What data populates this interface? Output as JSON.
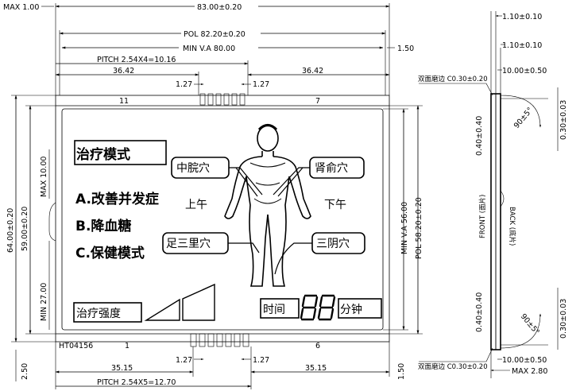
{
  "top_dims": {
    "max_left": "MAX 1.00",
    "overall": "83.00±0.20",
    "pol": "POL 82.20±0.20",
    "va": "MIN V.A 80.00",
    "right_offset": "1.50",
    "pitch_top": "PITCH 2.54X4=10.16",
    "left_span": "36.42",
    "right_span": "36.42",
    "pin_pitch_left": "1.27",
    "pin_pitch_right": "1.27",
    "pin_11": "11",
    "pin_7": "7"
  },
  "bottom_dims": {
    "model": "HT04156",
    "pin_1": "1",
    "pin_6": "6",
    "pin_pitch_left": "1.27",
    "pin_pitch_right": "1.27",
    "left_span": "35.15",
    "right_span": "35.15",
    "pitch_bottom": "PITCH 2.54X5=12.70",
    "bottom_offset": "2.50",
    "right_offset": "1.50"
  },
  "side_dims": {
    "height_total": "64.00±0.20",
    "height_pol_left": "59.00±0.20",
    "max_10": "MAX 10.00",
    "min_27": "MIN 27.00",
    "va_height": "MIN V.A 56.00",
    "pol_height": "POL 58.20±0.20"
  },
  "lcd": {
    "title": "治疗模式",
    "option_a": "A.改善并发症",
    "option_b": "B.降血糖",
    "option_c": "C.保健模式",
    "label_zhongwan": "中脘穴",
    "label_shenshu": "肾俞穴",
    "label_zusanli": "足三里穴",
    "label_sanyin": "三阴穴",
    "am": "上午",
    "pm": "下午",
    "intensity": "治疗强度",
    "time": "时间",
    "minutes": "分钟",
    "intensity_level": 0.0
  },
  "profile": {
    "t1": "1.10±0.10",
    "t2": "1.10±0.10",
    "t3": "10.00±0.50",
    "t4": "10.00±0.50",
    "edge_top": "双面磨边 C0.30±0.20",
    "edge_bottom": "双面磨边 C0.30±0.20",
    "angle_top": "90±5°",
    "angle_bottom": "90±5°",
    "v_top_left": "0.40±0.40",
    "v_bot_left": "0.40±0.40",
    "v_top_right": "0.30±0.03",
    "v_bot_right": "0.30±0.03",
    "front": "FRONT (面片)",
    "back": "BACK (底片)",
    "max_bottom": "MAX 2.80"
  }
}
